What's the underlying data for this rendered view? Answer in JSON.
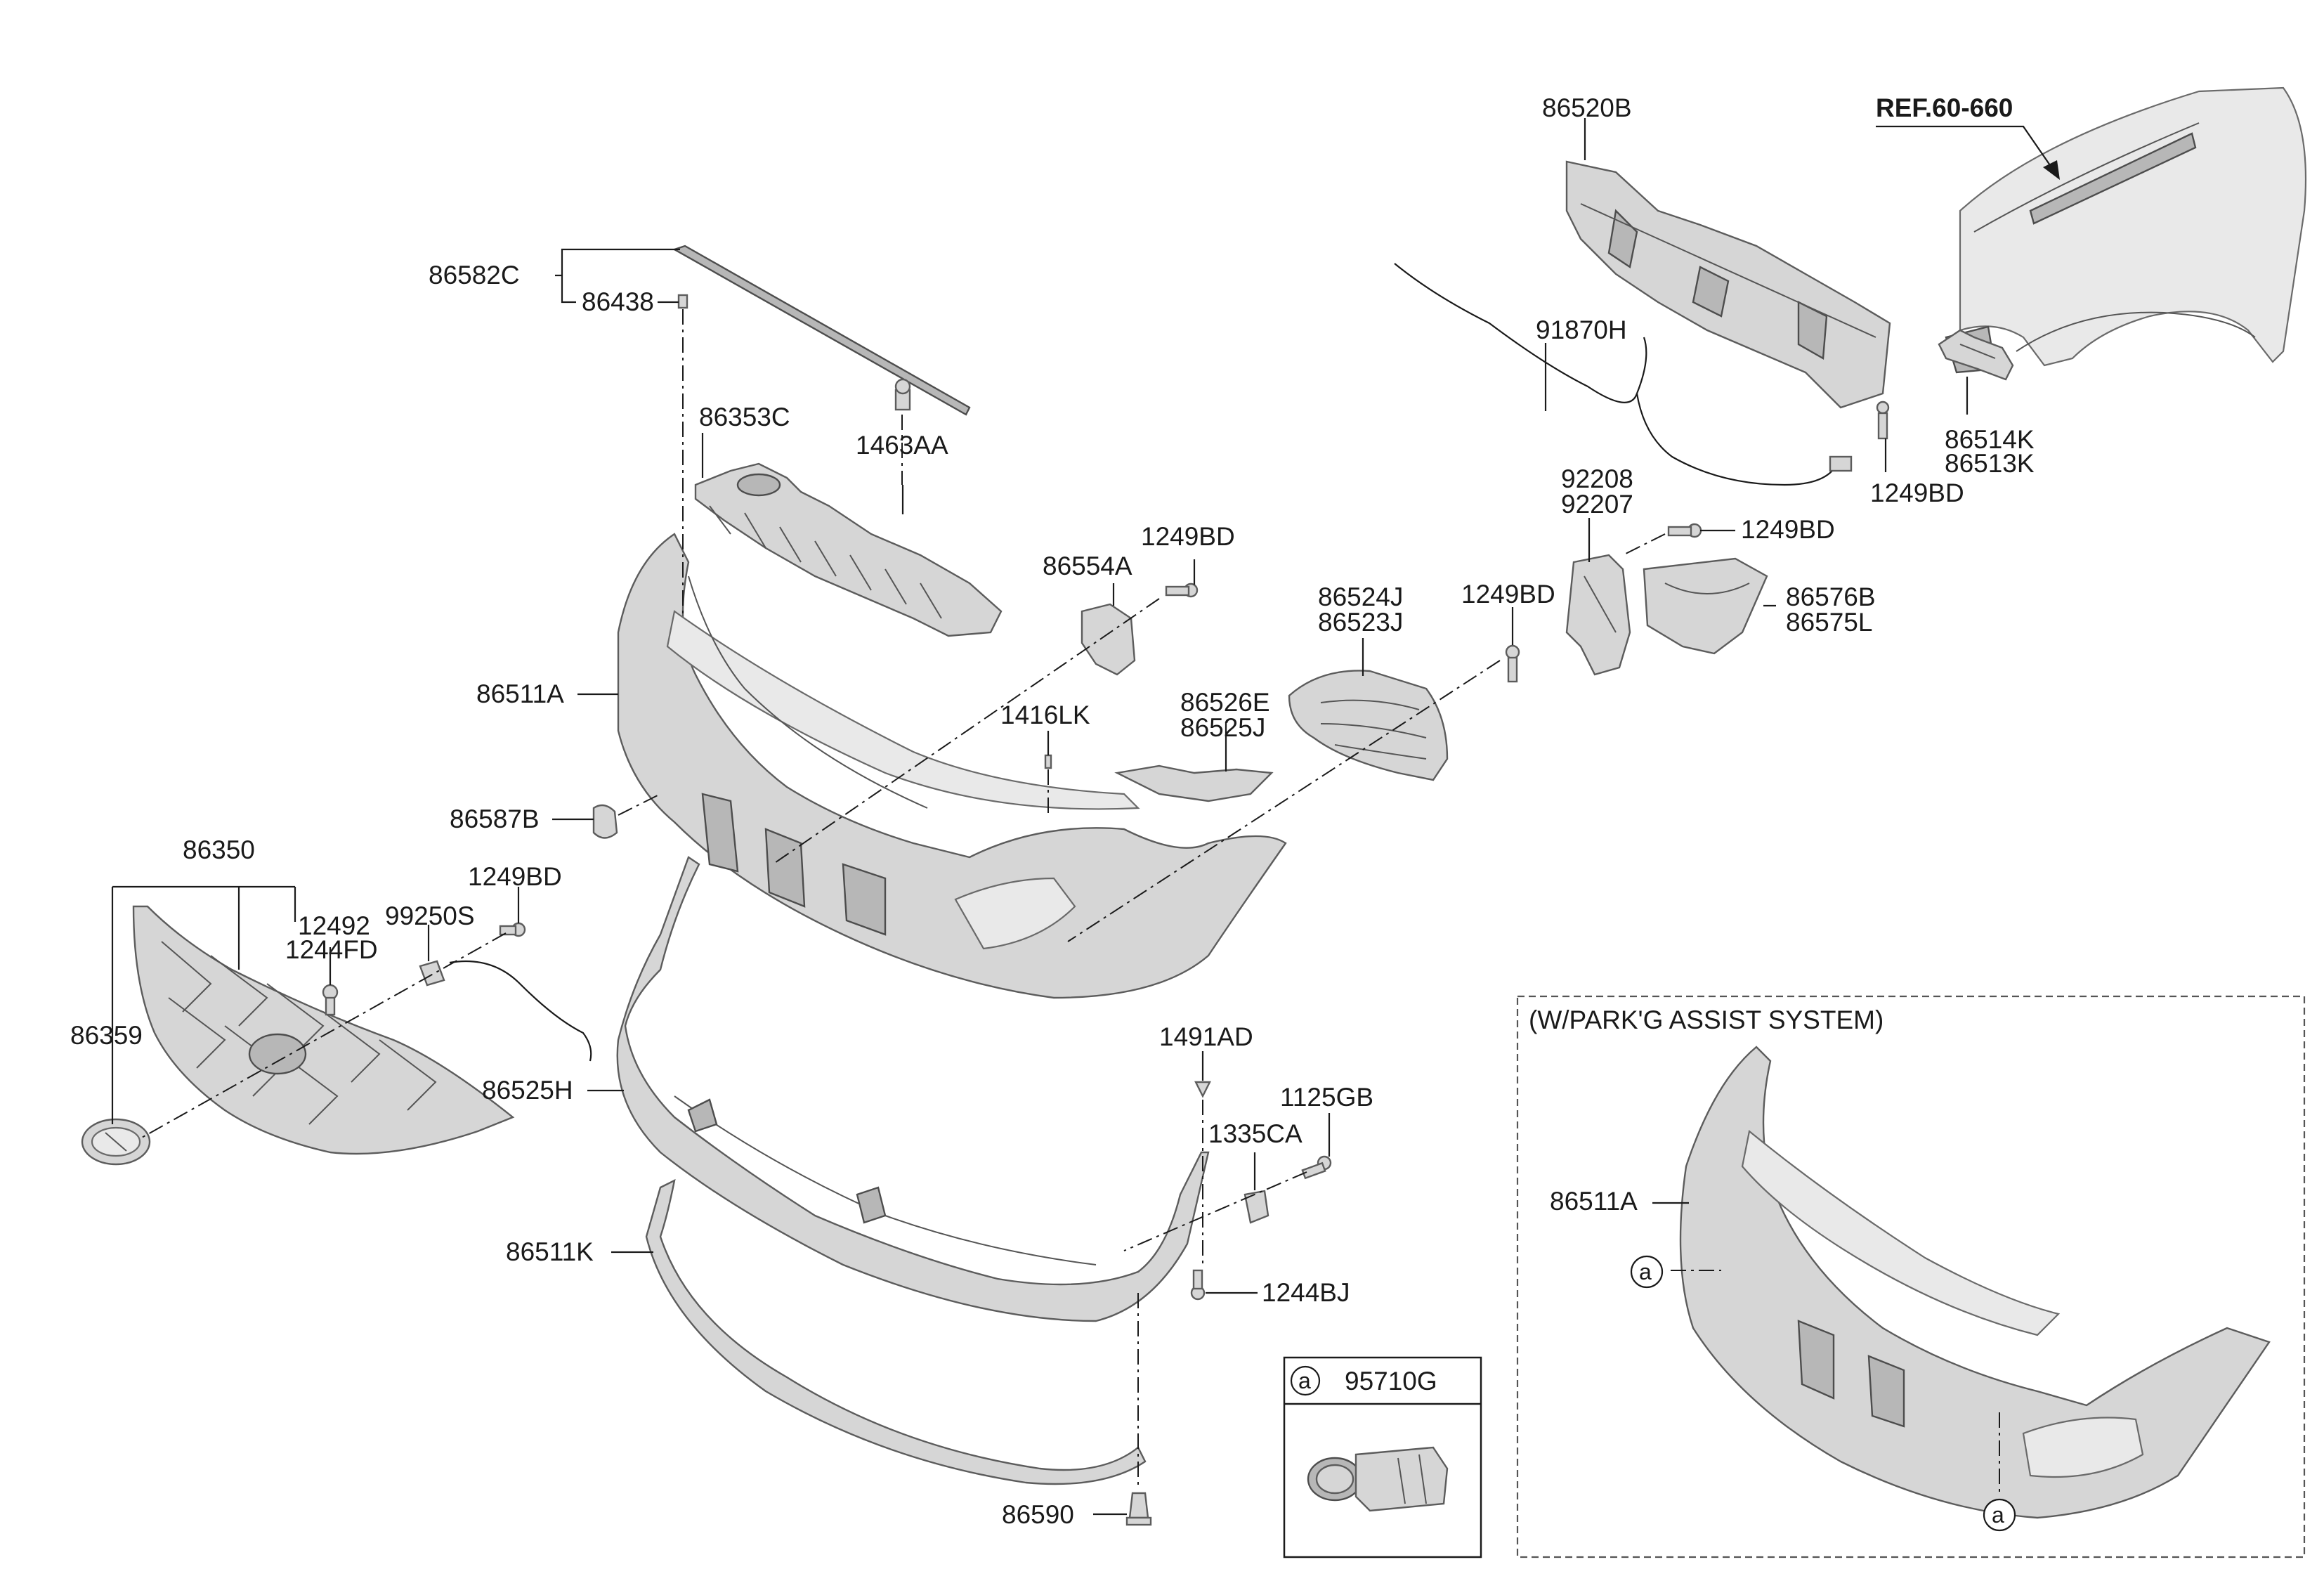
{
  "reference": "REF.60-660",
  "inset_title": "(W/PARK'G ASSIST SYSTEM)",
  "sensor_box": {
    "marker": "a",
    "part": "95710G"
  },
  "inset_marker": "a",
  "labels": {
    "p86520B": "86520B",
    "p86582C": "86582C",
    "p86438": "86438",
    "p91870H": "91870H",
    "p86353C": "86353C",
    "p1463AA": "1463AA",
    "p86514K": "86514K",
    "p86513K": "86513K",
    "p1249BD_fender": "1249BD",
    "p92208": "92208",
    "p92207": "92207",
    "p1249BD_bracket": "1249BD",
    "p1249BD_top": "1249BD",
    "p86554A": "86554A",
    "p86524J": "86524J",
    "p86523J": "86523J",
    "p1249BD_mid": "1249BD",
    "p86576B": "86576B",
    "p86575L": "86575L",
    "p86511A": "86511A",
    "p1416LK": "1416LK",
    "p86526E": "86526E",
    "p86525J": "86525J",
    "p86587B": "86587B",
    "p86350": "86350",
    "p1249BD_left": "1249BD",
    "p12492": "12492",
    "p1244FD": "1244FD",
    "p99250S": "99250S",
    "p86359": "86359",
    "p1491AD": "1491AD",
    "p1125GB": "1125GB",
    "p1335CA": "1335CA",
    "p86525H": "86525H",
    "p86511K": "86511K",
    "p1244BJ": "1244BJ",
    "p86590": "86590",
    "p86511A_inset": "86511A"
  }
}
